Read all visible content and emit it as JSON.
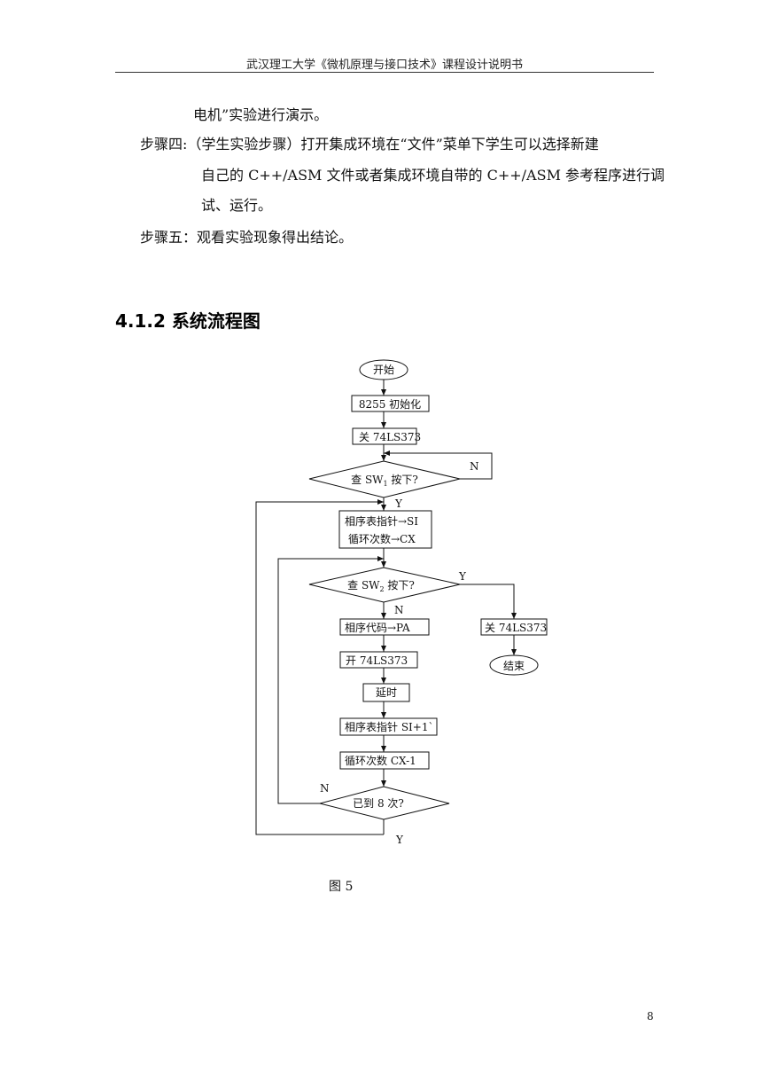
{
  "header": {
    "text": "武汉理工大学《微机原理与接口技术》课程设计说明书"
  },
  "body": {
    "line1": "电机”实验进行演示。",
    "step4_line1": "步骤四:（学生实验步骤）打开集成环境在“文件”菜单下学生可以选择新建",
    "step4_line2": "自己的 C++/ASM 文件或者集成环境自带的 C++/ASM 参考程序进行调",
    "step4_line3": "试、运行。",
    "step5": "步骤五：观看实验现象得出结论。"
  },
  "section": {
    "title": "4.1.2 系统流程图"
  },
  "flowchart": {
    "start": "开始",
    "init": "8255 初始化",
    "close1": "关 74LS373",
    "check_sw1_a": "查 SW",
    "check_sw1_sub": "1",
    "check_sw1_b": " 按下?",
    "set_si": "相序表指针→SI",
    "set_cx": "循环次数→CX",
    "check_sw2_a": "查 SW",
    "check_sw2_sub": "2",
    "check_sw2_b": " 按下?",
    "out_pa": "相序代码→PA",
    "open": "开 74LS373",
    "delay": "延时",
    "si_inc": "相序表指针 SI+1`",
    "cx_dec": "循环次数 CX-1",
    "check8": "已到 8 次?",
    "close2": "关 74LS373",
    "end": "结束",
    "label_n1": "N",
    "label_y1": "Y",
    "label_y2": "Y",
    "label_n2": "N",
    "label_n3": "N",
    "label_y3": "Y"
  },
  "figure": {
    "caption": "图 5"
  },
  "page": {
    "number": "8"
  }
}
